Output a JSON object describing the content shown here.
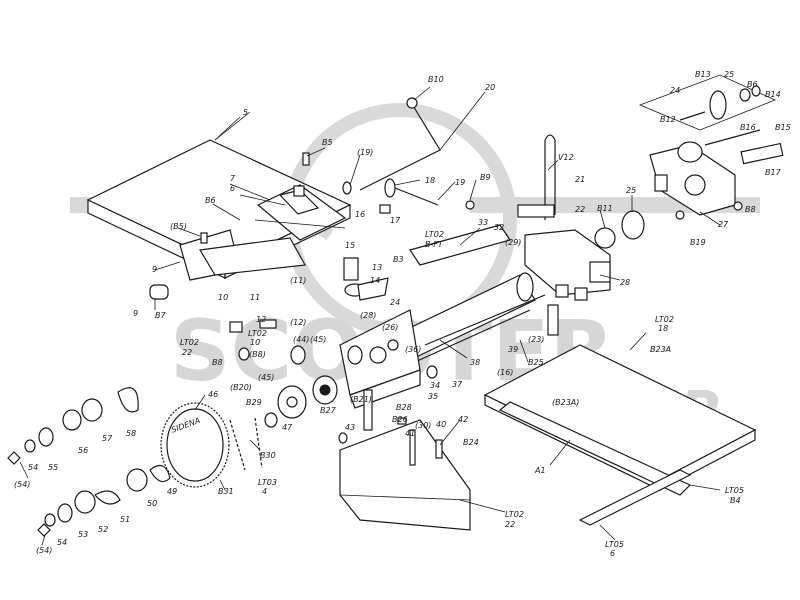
{
  "watermark": {
    "text": "SCOOTER",
    "suffix": "ZIP"
  },
  "labels": {
    "l5": "5",
    "l6": "6",
    "l7": "7",
    "lB5": "B5",
    "lB5b": "(B5)",
    "lB6": "B6",
    "l9a": "9",
    "l9b": "9",
    "lB7": "B7",
    "l10": "10",
    "l11": "11",
    "l11b": "(11)",
    "l12": "12",
    "l12b": "(12)",
    "lLT02a": "LT02",
    "l22a": "22",
    "lLT02b": "LT02",
    "l10b": "10",
    "lB8": "B8",
    "lB8b": "(B8)",
    "l45": "(45)",
    "lB10": "B10",
    "l20": "20",
    "l19p": "(19)",
    "l16": "16",
    "l17": "17",
    "l18": "18",
    "l19": "19",
    "lB9": "B9",
    "lLT02c": "LT02",
    "lBFT": "B-FT",
    "l15": "15",
    "lB3": "B3",
    "l13": "13",
    "l14": "14",
    "l33": "33",
    "l32": "32",
    "l29": "(29)",
    "l28p": "(28)",
    "l24": "24",
    "l26": "(26)",
    "l44": "(44)",
    "l45b": "(45)",
    "l36": "(36)",
    "l37": "37",
    "l35": "35",
    "l34": "34",
    "l38": "38",
    "l39": "39",
    "lB25": "B25",
    "l23a": "(23)",
    "lV12": "V12",
    "l21": "21",
    "l22": "22",
    "lB11": "B11",
    "l25": "25",
    "l28": "28",
    "l27": "27",
    "lB19": "B19",
    "lB8c": "B8",
    "lB13": "B13",
    "l25b": "25",
    "lB6b": "B6",
    "lB14": "B14",
    "l24b": "24",
    "lB12": "B12",
    "lB16": "B16",
    "lB15": "B15",
    "lB17": "B17",
    "lLT02d": "LT02",
    "l18b": "18",
    "lB23A": "B23A",
    "lB23Ab": "(B23A)",
    "l16b": "(16)",
    "lA1": "A1",
    "lLT05a": "LT05",
    "lB4": "B4",
    "lLT05b": "LT05",
    "l6b": "6",
    "l40": "40",
    "l42": "42",
    "l30": "(30)",
    "l41": "41",
    "lB24": "B24",
    "lB28": "B28",
    "lB26": "B26",
    "lB21": "(B21)",
    "lB27": "B27",
    "l43": "43",
    "l47": "47",
    "lB29": "B29",
    "l46": "46",
    "lB30": "B30",
    "lLT03": "LT03",
    "l4": "4",
    "lB31": "B31",
    "lB20": "(B20)",
    "l58": "58",
    "l57": "57",
    "l56": "56",
    "l55": "55",
    "l54": "54",
    "l54b": "(54)",
    "l49": "49",
    "l50": "50",
    "l51": "51",
    "l52": "52",
    "l53": "53",
    "l54c": "54",
    "l54d": "(54)",
    "lLT02e": "LT02",
    "l22b": "22",
    "lblade": "SIDENA"
  }
}
